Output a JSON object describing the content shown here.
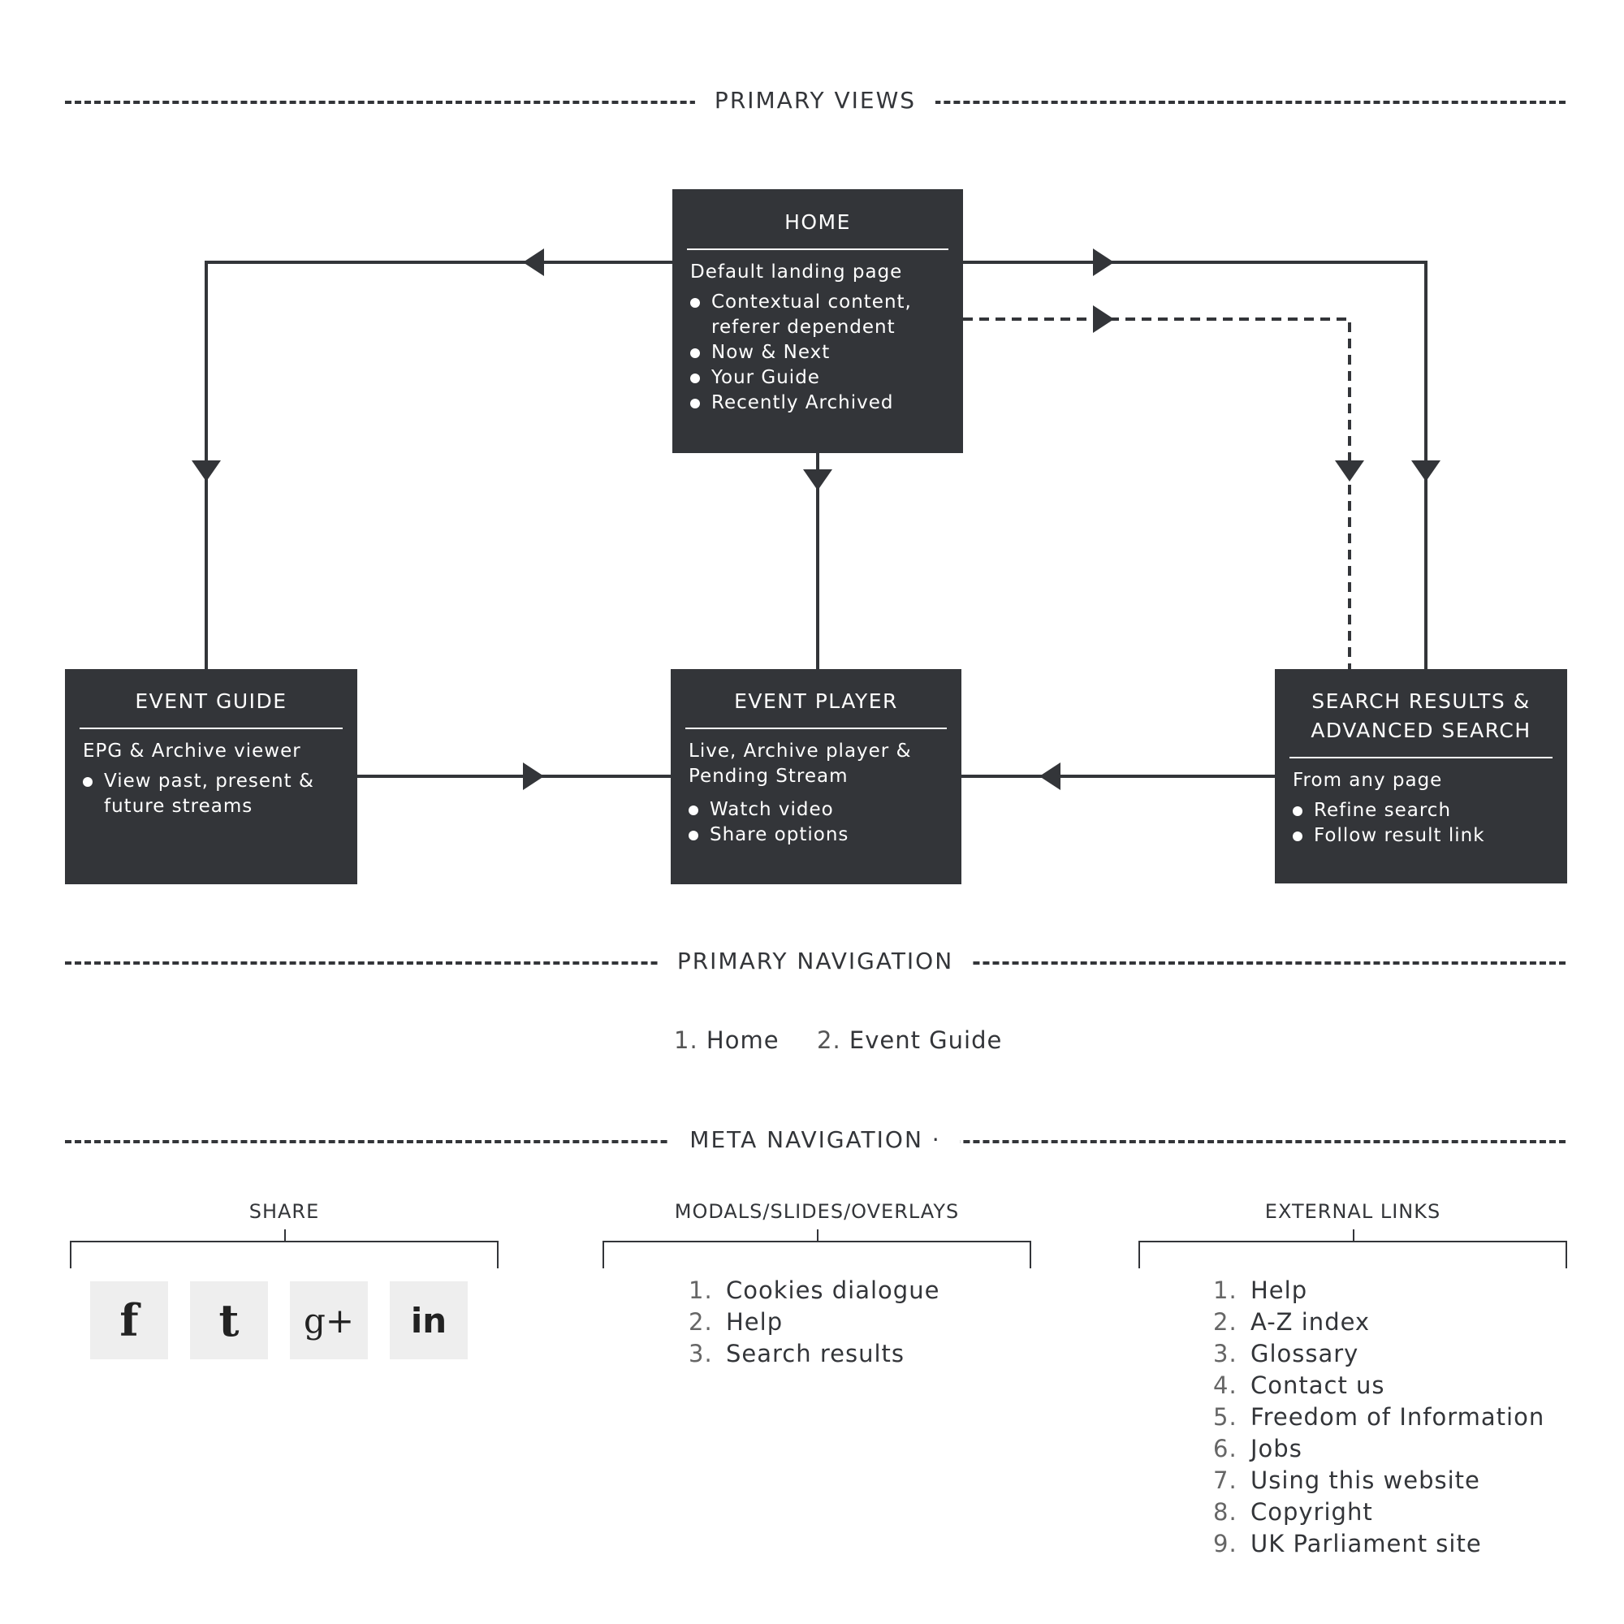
{
  "sections": {
    "primary_views": "PRIMARY VIEWS",
    "primary_navigation": "PRIMARY NAVIGATION",
    "meta_navigation": "META NAVIGATION ·"
  },
  "boxes": {
    "home": {
      "title": "HOME",
      "desc": "Default landing page",
      "items": [
        "Contextual content,",
        "referer dependent",
        "Now & Next",
        "Your Guide",
        "Recently Archived"
      ]
    },
    "event_guide": {
      "title": "EVENT GUIDE",
      "desc": "EPG & Archive viewer",
      "items": [
        "View past, present &",
        "future streams"
      ]
    },
    "event_player": {
      "title": "EVENT PLAYER",
      "desc": [
        "Live, Archive player &",
        "Pending Stream"
      ],
      "items": [
        "Watch video",
        "Share options"
      ]
    },
    "search": {
      "title": [
        "SEARCH RESULTS &",
        "ADVANCED SEARCH"
      ],
      "desc": "From any page",
      "items": [
        "Refine search",
        "Follow result link"
      ]
    }
  },
  "primary_nav": [
    {
      "num": "1.",
      "label": "Home"
    },
    {
      "num": "2.",
      "label": "Event Guide"
    }
  ],
  "meta": {
    "share": {
      "title": "SHARE",
      "icons": [
        {
          "name": "facebook-icon",
          "glyph": "f"
        },
        {
          "name": "tumblr-icon",
          "glyph": "t"
        },
        {
          "name": "google-plus-icon",
          "glyph": "g+"
        },
        {
          "name": "linkedin-icon",
          "glyph": "in"
        }
      ]
    },
    "modals": {
      "title": "MODALS/SLIDES/OVERLAYS",
      "items": [
        {
          "num": "1.",
          "label": "Cookies dialogue"
        },
        {
          "num": "2.",
          "label": "Help"
        },
        {
          "num": "3.",
          "label": "Search results"
        }
      ]
    },
    "external": {
      "title": "EXTERNAL LINKS",
      "items": [
        {
          "num": "1.",
          "label": "Help"
        },
        {
          "num": "2.",
          "label": "A-Z index"
        },
        {
          "num": "3.",
          "label": "Glossary"
        },
        {
          "num": "4.",
          "label": "Contact us"
        },
        {
          "num": "5.",
          "label": "Freedom of Information"
        },
        {
          "num": "6.",
          "label": "Jobs"
        },
        {
          "num": "7.",
          "label": "Using this website"
        },
        {
          "num": "8.",
          "label": "Copyright"
        },
        {
          "num": "9.",
          "label": "UK Parliament site"
        }
      ]
    }
  },
  "colors": {
    "box_fill": "#333539",
    "line": "#333539",
    "share_bg": "#eeeeee"
  }
}
